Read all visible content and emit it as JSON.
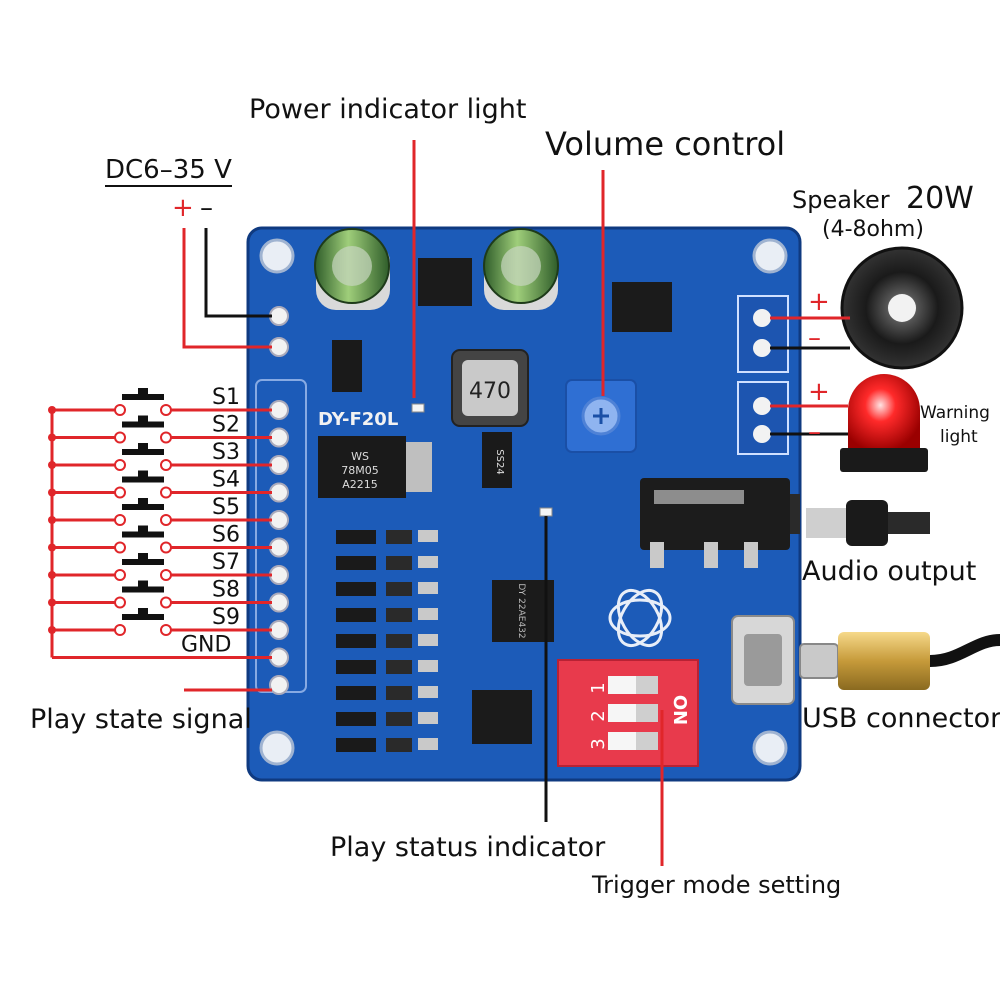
{
  "labels": {
    "power": "DC6–35 V",
    "power_plus": "+",
    "power_minus": "–",
    "power_indicator": "Power indicator light",
    "volume_control": "Volume control",
    "speaker_title": "Speaker",
    "speaker_watt": "20W",
    "speaker_ohm": "(4-8ohm)",
    "speaker_plus": "+",
    "speaker_minus": "–",
    "warning_plus": "+",
    "warning_minus": "–",
    "warning_line1": "Warning",
    "warning_line2": "light",
    "audio_output": "Audio output",
    "usb_connector": "USB connector",
    "play_state_signal": "Play state signal",
    "play_status_indicator": "Play status indicator",
    "trigger_mode_setting": "Trigger mode setting"
  },
  "inputs": [
    "S1",
    "S2",
    "S3",
    "S4",
    "S5",
    "S6",
    "S7",
    "S8",
    "S9",
    "GND"
  ],
  "board": {
    "model": "DY-F20L",
    "inductor": "470",
    "regulator": [
      "WS",
      "78M05",
      "A2215"
    ],
    "diode": "SS24",
    "amp_chip": "DY 22AE432",
    "dip_labels": [
      "1",
      "2",
      "3"
    ],
    "dip_on": "ON"
  },
  "colors": {
    "board": "#1c5bb8",
    "board_dark": "#123f8a",
    "wire_red": "#e0262a",
    "wire_black": "#111111",
    "dip": "#e83a4c"
  }
}
